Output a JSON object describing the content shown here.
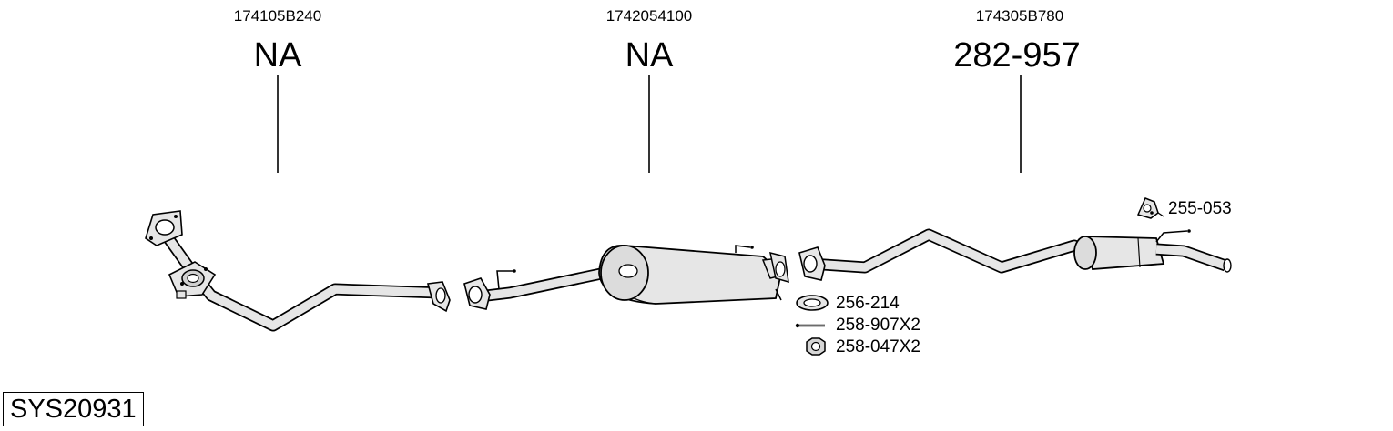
{
  "system_id": "SYS20931",
  "columns": [
    {
      "oem": "174105B240",
      "code": "NA"
    },
    {
      "oem": "1742054100",
      "code": "NA"
    },
    {
      "oem": "174305B780",
      "code": "282-957"
    }
  ],
  "small_parts": [
    {
      "label": "255-053",
      "icon": "clamp-icon"
    },
    {
      "label": "256-214",
      "icon": "gasket-ring-icon"
    },
    {
      "label": "258-907X2",
      "icon": "bolt-icon"
    },
    {
      "label": "258-047X2",
      "icon": "nut-icon"
    }
  ],
  "colors": {
    "line": "#000000",
    "part_fill": "#e6e6e6",
    "part_shade": "#bdbdbd",
    "background": "#ffffff"
  }
}
